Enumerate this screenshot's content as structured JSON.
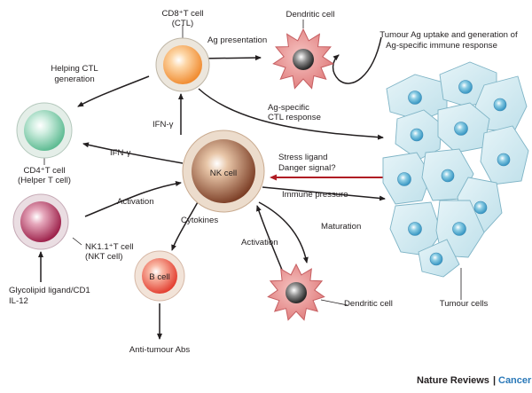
{
  "nodes": {
    "cd8": {
      "title": "CD8⁺T cell",
      "subtitle": "(CTL)"
    },
    "dc_top": {
      "label": "Dendritic cell"
    },
    "cd4": {
      "title": "CD4⁺T cell",
      "subtitle": "(Helper T cell)"
    },
    "nk": {
      "label": "NK cell"
    },
    "nkt": {
      "title": "NK1.1⁺T cell",
      "subtitle": "(NKT cell)"
    },
    "bcell": {
      "label": "B cell"
    },
    "dc_bottom": {
      "label": "Dendritic cell"
    },
    "tumour": {
      "label": "Tumour cells"
    }
  },
  "edges": {
    "ag_presentation": "Ag presentation",
    "tumour_ag_uptake": [
      "Tumour Ag uptake and generation of",
      "Ag-specific immune response"
    ],
    "helping_ctl": [
      "Helping CTL",
      "generation"
    ],
    "ag_specific_ctl": [
      "Ag-specific",
      "CTL response"
    ],
    "ifn_vertical": "IFN-γ",
    "ifn_horizontal": "IFN-γ",
    "stress_ligand": [
      "Stress ligand",
      "Danger signal?"
    ],
    "immune_pressure": "Immune pressure",
    "activation_nkt": "Activation",
    "cytokines": "Cytokines",
    "maturation": "Maturation",
    "activation_dc": "Activation",
    "glycolipid": [
      "Glycolipid ligand/CD1",
      "IL-12"
    ],
    "anti_tumour_abs": "Anti-tumour Abs"
  },
  "branding": {
    "journal": "Nature Reviews",
    "separator": "|",
    "section": "Cancer"
  },
  "colors": {
    "cd8": "#f08a30",
    "dendritic": "#e8888a",
    "cd4": "#6cc4a0",
    "nk": "#8a4a30",
    "nkt": "#a2204c",
    "bcell": "#e8443a",
    "tumour": "#cfe8f0",
    "stress_arrow": "#b01c24",
    "brand_accent": "#2a78b8"
  }
}
